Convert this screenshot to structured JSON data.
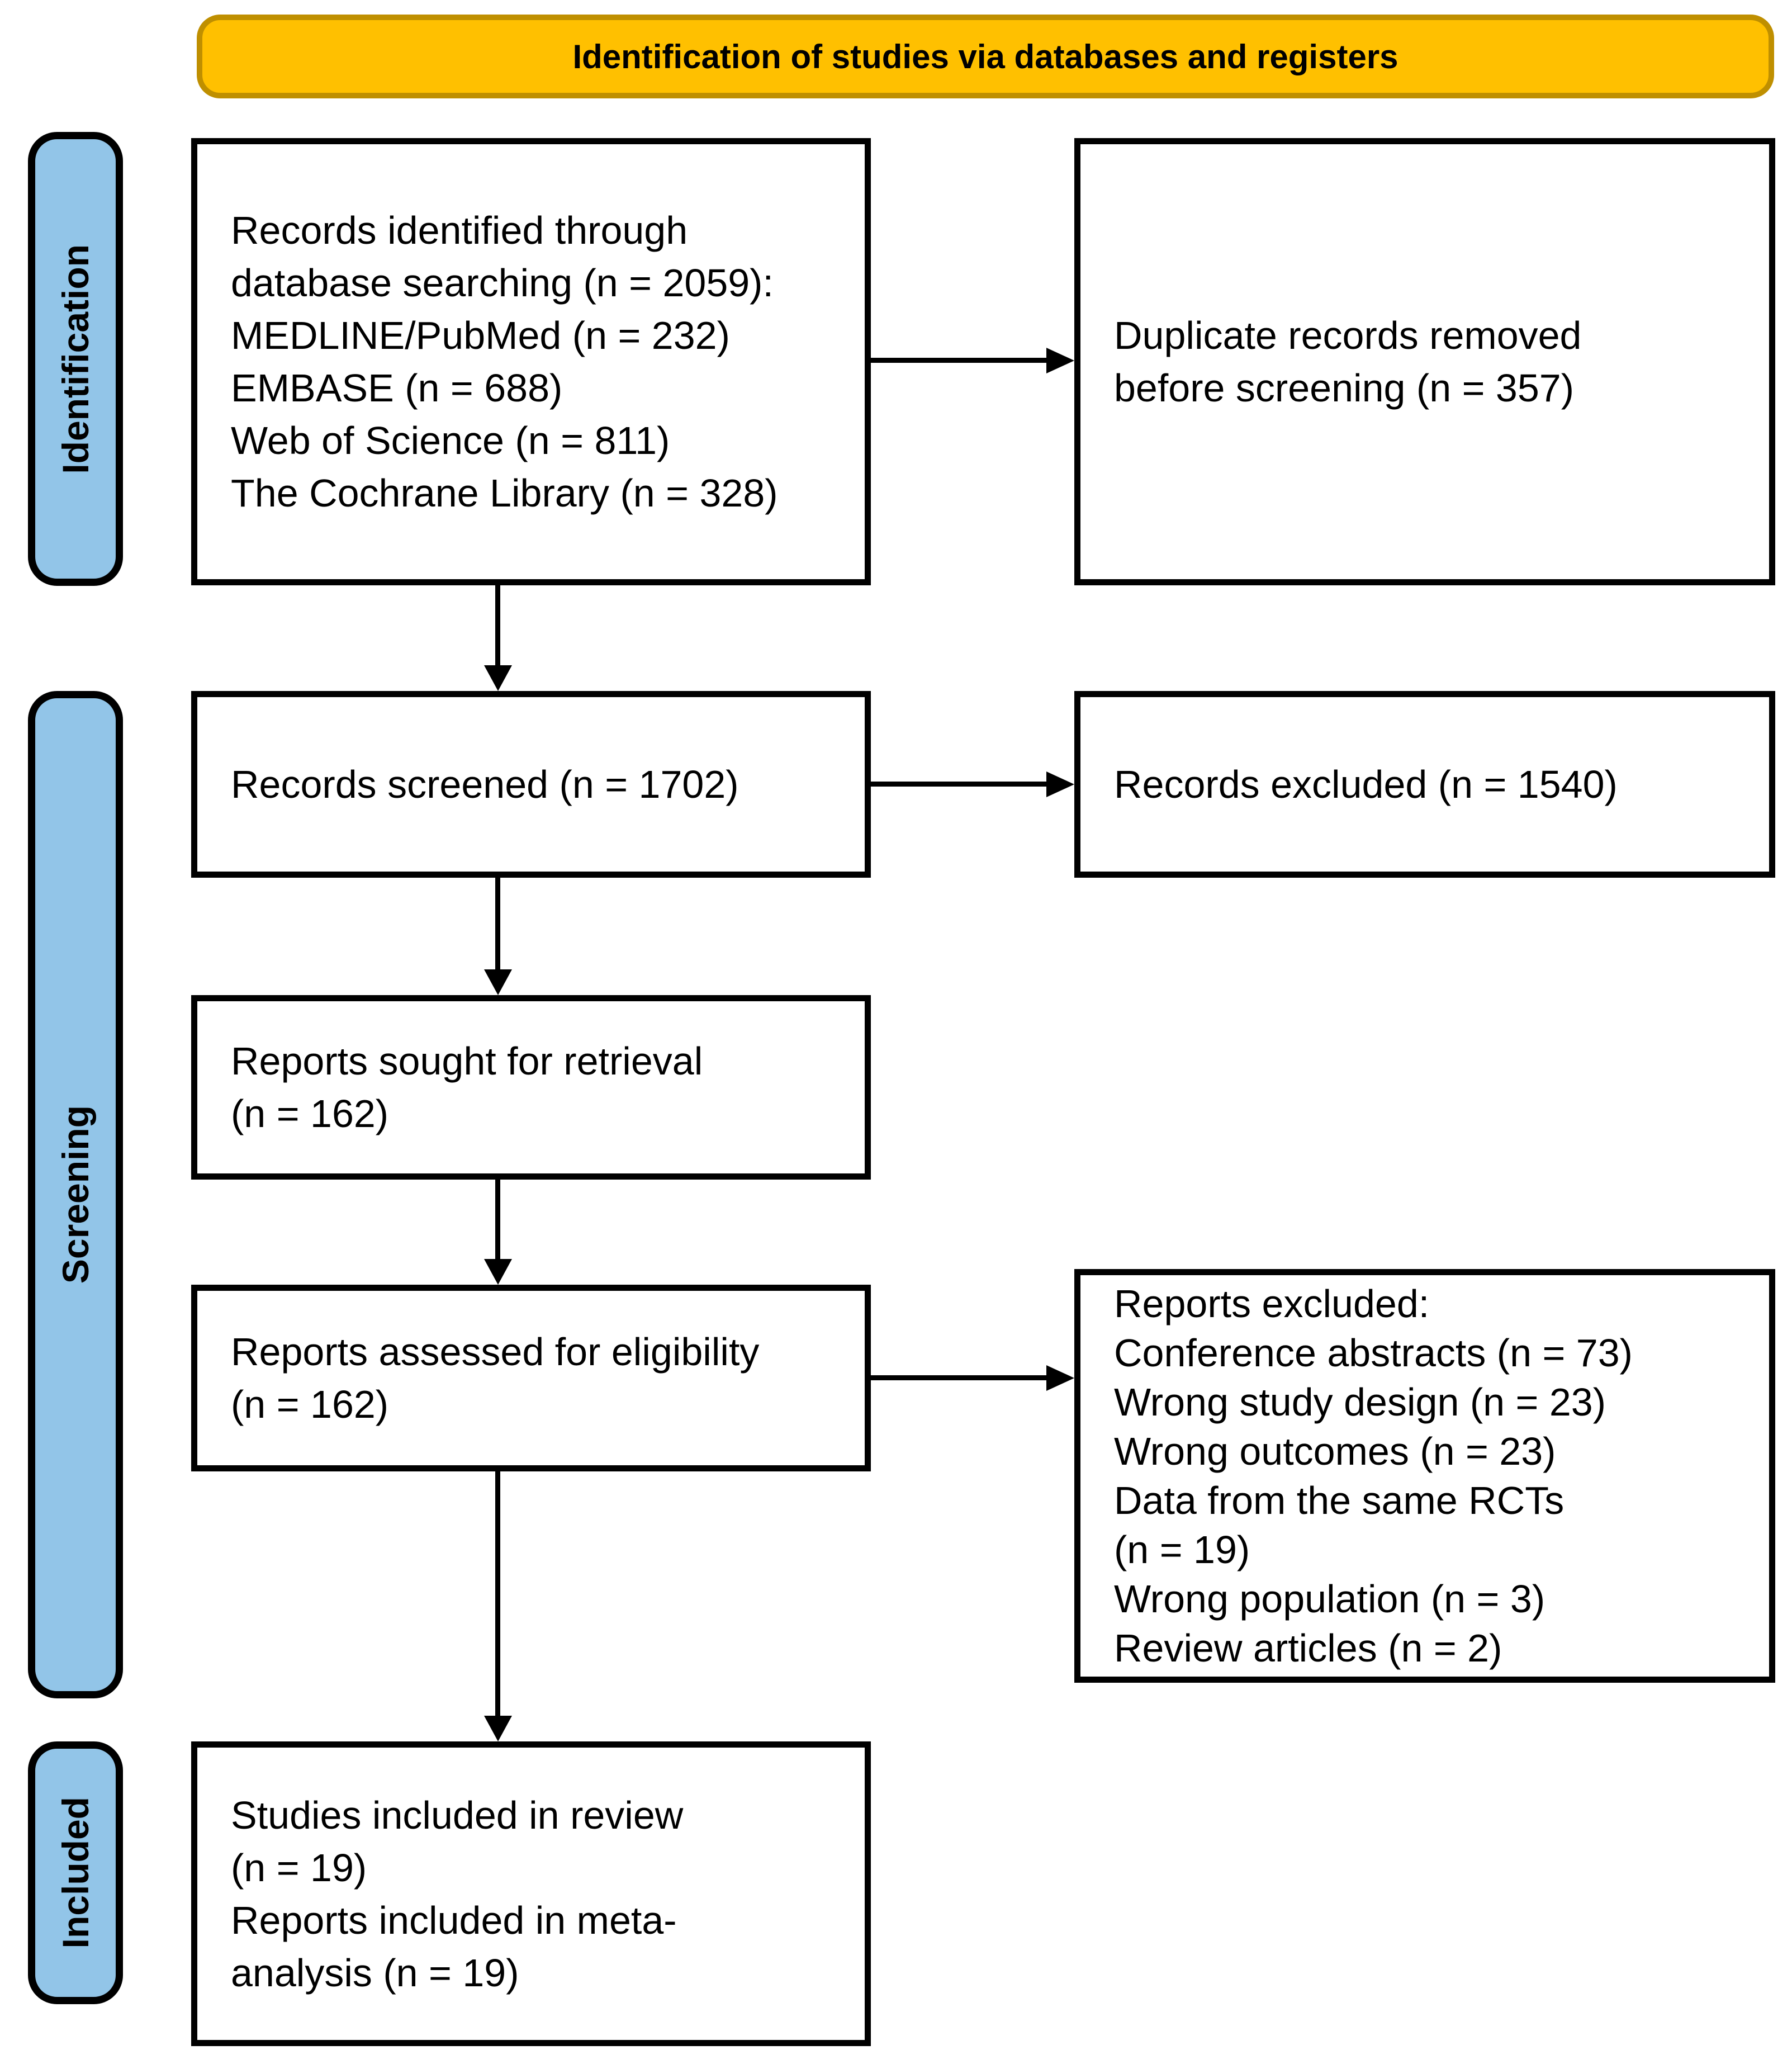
{
  "banner": {
    "label": "Identification of studies via databases and registers"
  },
  "stages": [
    {
      "label": "Identification"
    },
    {
      "label": "Screening"
    },
    {
      "label": "Included"
    }
  ],
  "boxes": {
    "identified": {
      "lines": [
        "Records identified through",
        "database searching (n = 2059):",
        "MEDLINE/PubMed (n = 232)",
        "EMBASE (n = 688)",
        "Web of Science (n = 811)",
        "The Cochrane Library (n = 328)"
      ]
    },
    "duplicates": {
      "lines": [
        "Duplicate records removed",
        "before screening (n = 357)"
      ]
    },
    "screened": {
      "lines": [
        "Records screened (n = 1702)"
      ]
    },
    "records_excluded": {
      "lines": [
        "Records excluded (n = 1540)"
      ]
    },
    "sought": {
      "lines": [
        "Reports sought for retrieval",
        "(n = 162)"
      ]
    },
    "assessed": {
      "lines": [
        "Reports assessed for eligibility",
        "(n = 162)"
      ]
    },
    "reports_excluded": {
      "lines": [
        "Reports excluded:",
        "Conference abstracts (n = 73)",
        "Wrong study design (n = 23)",
        "Wrong outcomes (n = 23)",
        "Data from the same RCTs",
        "(n = 19)",
        "Wrong population (n = 3)",
        "Review articles (n = 2)"
      ]
    },
    "included": {
      "lines": [
        "Studies included in review",
        "(n = 19)",
        "Reports included in meta-",
        "analysis (n = 19)"
      ]
    }
  },
  "colors": {
    "banner_fill": "#FFC000",
    "banner_border": "#BF8F00",
    "stage_fill": "#92C5E8",
    "line_color": "#000000"
  }
}
